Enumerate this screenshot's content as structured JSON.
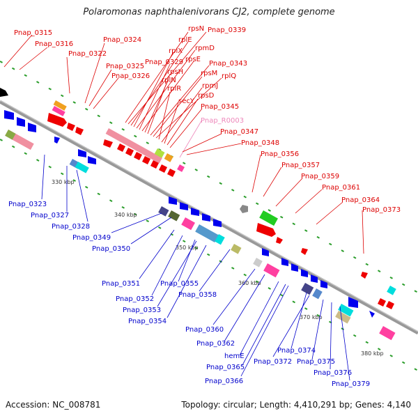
{
  "title": "Polaromonas naphthalenivorans CJ2, complete genome",
  "footer": {
    "accession": "Accession: NC_008781",
    "topology": "Topology: circular; Length: 4,410,291 bp; Genes: 4,140"
  },
  "ticks": [
    "330 kbp",
    "340 kbp",
    "350 kbp",
    "360 kbp",
    "370 kbp",
    "380 kbp"
  ],
  "colors": {
    "forward_label": "#dd0000",
    "reverse_label": "#0000cc",
    "rna_label": "#ee88bb",
    "backbone": "#888888"
  },
  "labels_top": [
    "Pnap_0315",
    "Pnap_0316",
    "Pnap_0322",
    "Pnap_0324",
    "Pnap_0325",
    "Pnap_0326",
    "rpsN",
    "Pnap_0339",
    "rplE",
    "rplX",
    "rpmD",
    "Pnap_0329",
    "rpsE",
    "rplN",
    "rpsH",
    "Pnap_0343",
    "rpsM",
    "rplQ",
    "rplR",
    "rpmJ",
    "secY",
    "rpsD",
    "Pnap_0345",
    "Pnap_R0003",
    "Pnap_0347",
    "Pnap_0348",
    "Pnap_0356",
    "Pnap_0357",
    "Pnap_0359",
    "Pnap_0361",
    "Pnap_0364",
    "Pnap_0373"
  ],
  "labels_bottom": [
    "Pnap_0323",
    "Pnap_0327",
    "Pnap_0328",
    "Pnap_0349",
    "Pnap_0350",
    "Pnap_0351",
    "Pnap_0352",
    "Pnap_0355",
    "Pnap_0353",
    "Pnap_0358",
    "Pnap_0354",
    "Pnap_0360",
    "Pnap_0362",
    "hemE",
    "Pnap_0374",
    "Pnap_0365",
    "Pnap_0372",
    "Pnap_0375",
    "Pnap_0376",
    "Pnap_0366",
    "Pnap_0379"
  ]
}
